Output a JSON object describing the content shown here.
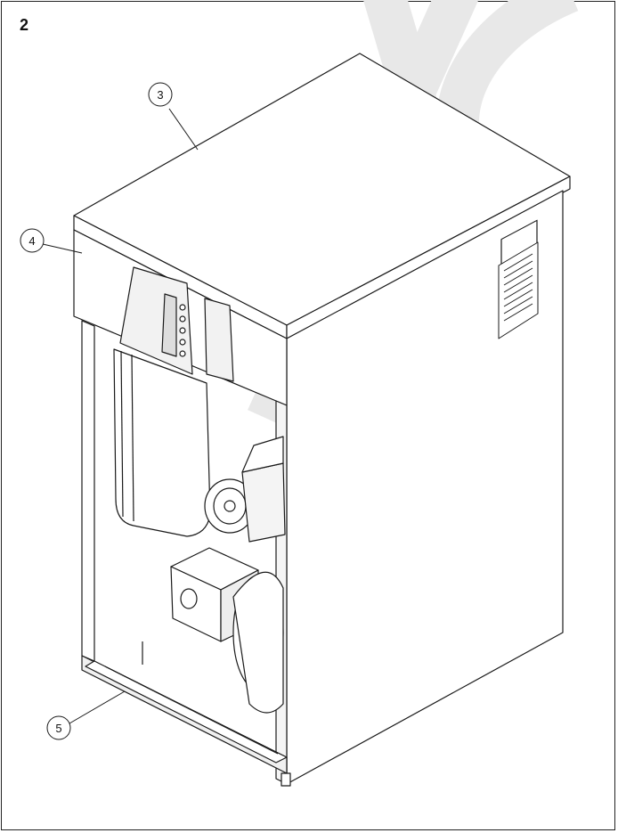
{
  "figure": {
    "number": "2"
  },
  "callouts": [
    {
      "id": "callout-3",
      "label": "3"
    },
    {
      "id": "callout-4",
      "label": "4"
    },
    {
      "id": "callout-5",
      "label": "5"
    }
  ],
  "watermark": {
    "text": "ATC",
    "color": "#e6e6e6"
  },
  "colors": {
    "line": "#1a1a1a",
    "panel": "#ffffff",
    "shade": "#d9d9d9"
  }
}
